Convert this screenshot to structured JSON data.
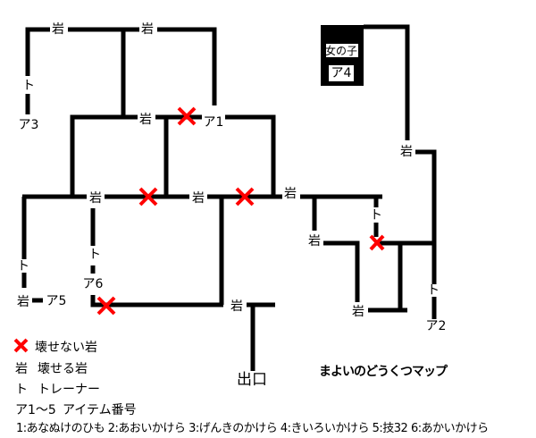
{
  "map": {
    "title": "まよいのどうくつマップ",
    "rock_label": "岩",
    "trainer_label": "ト",
    "exit_label": "出口",
    "girl_label": "女の子",
    "items": {
      "a1": "ア1",
      "a2": "ア2",
      "a3": "ア3",
      "a4": "ア4",
      "a5": "ア5",
      "a6": "ア6"
    },
    "unbreakable_mark_color": "#ff0000",
    "wall_color": "#000000"
  },
  "legend": {
    "unbreakable": "壊せない岩",
    "rock_symbol": "岩",
    "breakable": "壊せる岩",
    "trainer_symbol": "ト",
    "trainer": "トレーナー",
    "item_symbol": "ア1〜5",
    "item": "アイテム番号"
  },
  "item_list": "1:あなぬけのひも 2:あおいかけら 3:げんきのかけら 4:きいろいかけら 5:技32 6:あかいかけら"
}
